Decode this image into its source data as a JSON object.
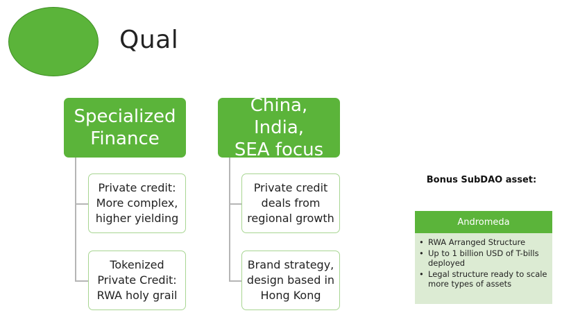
{
  "title": "Qual",
  "colors": {
    "brand_green": "#5bb43a",
    "light_green_border": "#a7d591",
    "card_background": "#dcebd3",
    "connector_gray": "#b5b5b5"
  },
  "columns": [
    {
      "header": "Specialized\nFinance",
      "children": [
        "Private credit:\nMore complex,\nhigher yielding",
        "Tokenized\nPrivate Credit:\nRWA holy grail"
      ]
    },
    {
      "header": "China, India,\nSEA focus",
      "children": [
        "Private credit\ndeals from\nregional growth",
        "Brand strategy,\ndesign based in\nHong Kong"
      ]
    }
  ],
  "bonus": {
    "label": "Bonus SubDAO asset:",
    "card": {
      "title": "Andromeda",
      "bullet_glyph": "•",
      "items": [
        "RWA Arranged Structure",
        "Up to 1 billion USD of T-bills deployed",
        "Legal structure ready to scale more types of assets"
      ]
    }
  }
}
